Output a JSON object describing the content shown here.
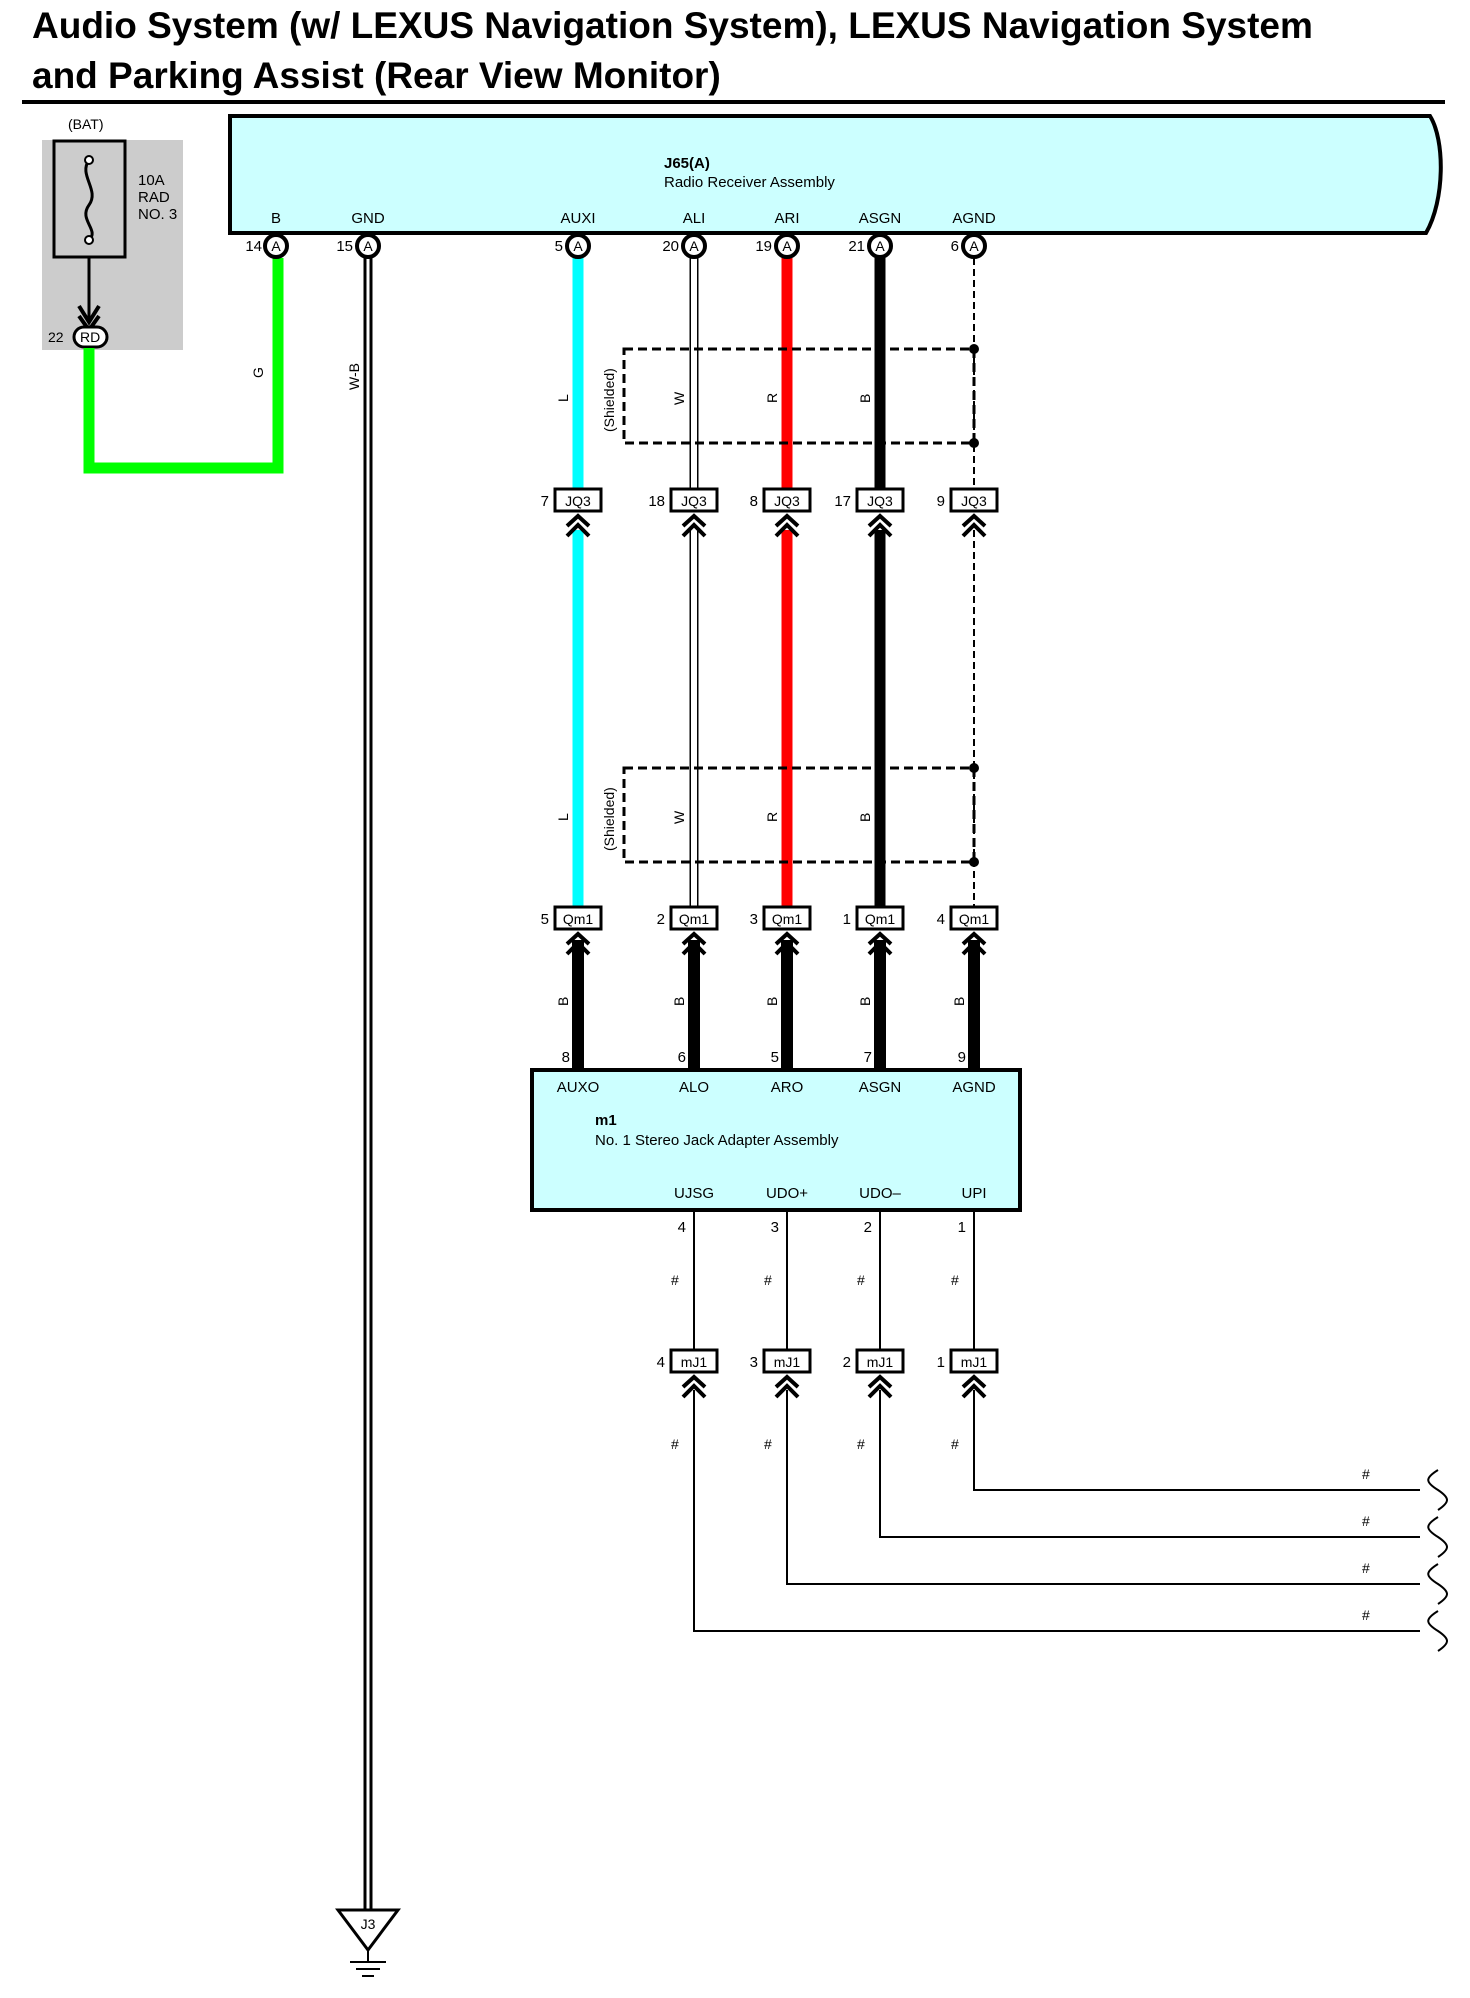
{
  "title": {
    "line1": "Audio System (w/ LEXUS Navigation System), LEXUS Navigation System",
    "line2": "and Parking Assist (Rear View Monitor)"
  },
  "fuse": {
    "bat_label": "(BAT)",
    "rating": "10A",
    "name1": "RAD",
    "name2": "NO. 3",
    "junction_pin": "22",
    "junction_code": "RD"
  },
  "radio": {
    "connector": "J65(A)",
    "name": "Radio Receiver Assembly",
    "terminals": [
      {
        "name": "B",
        "pin": "14",
        "conn": "A"
      },
      {
        "name": "GND",
        "pin": "15",
        "conn": "A"
      },
      {
        "name": "AUXI",
        "pin": "5",
        "conn": "A"
      },
      {
        "name": "ALI",
        "pin": "20",
        "conn": "A"
      },
      {
        "name": "ARI",
        "pin": "19",
        "conn": "A"
      },
      {
        "name": "ASGN",
        "pin": "21",
        "conn": "A"
      },
      {
        "name": "AGND",
        "pin": "6",
        "conn": "A"
      }
    ]
  },
  "wire_colors": {
    "g": "G",
    "wb": "W-B",
    "l": "L",
    "w": "W",
    "r": "R",
    "b": "B",
    "hash": "#"
  },
  "colors": {
    "component_fill": "#ccffff",
    "wire_green": "#00ff00",
    "wire_cyan": "#00ffff",
    "wire_red": "#ff0000",
    "wire_black": "#000000",
    "fuse_box": "#cccccc"
  },
  "shield_label": "(Shielded)",
  "jq3": {
    "code": "JQ3",
    "pins": [
      "7",
      "18",
      "8",
      "17",
      "9"
    ]
  },
  "qm1": {
    "code": "Qm1",
    "pins": [
      "5",
      "2",
      "3",
      "1",
      "4"
    ]
  },
  "adapter": {
    "code": "m1",
    "name": "No. 1 Stereo Jack Adapter Assembly",
    "top_terminals": [
      {
        "name": "AUXO",
        "pin": "8"
      },
      {
        "name": "ALO",
        "pin": "6"
      },
      {
        "name": "ARO",
        "pin": "5"
      },
      {
        "name": "ASGN",
        "pin": "7"
      },
      {
        "name": "AGND",
        "pin": "9"
      }
    ],
    "bottom_terminals": [
      {
        "name": "UJSG",
        "pin": "4"
      },
      {
        "name": "UDO+",
        "pin": "3"
      },
      {
        "name": "UDO–",
        "pin": "2"
      },
      {
        "name": "UPI",
        "pin": "1"
      }
    ]
  },
  "mj1": {
    "code": "mJ1",
    "pins": [
      "4",
      "3",
      "2",
      "1"
    ]
  },
  "ground": {
    "code": "J3"
  }
}
